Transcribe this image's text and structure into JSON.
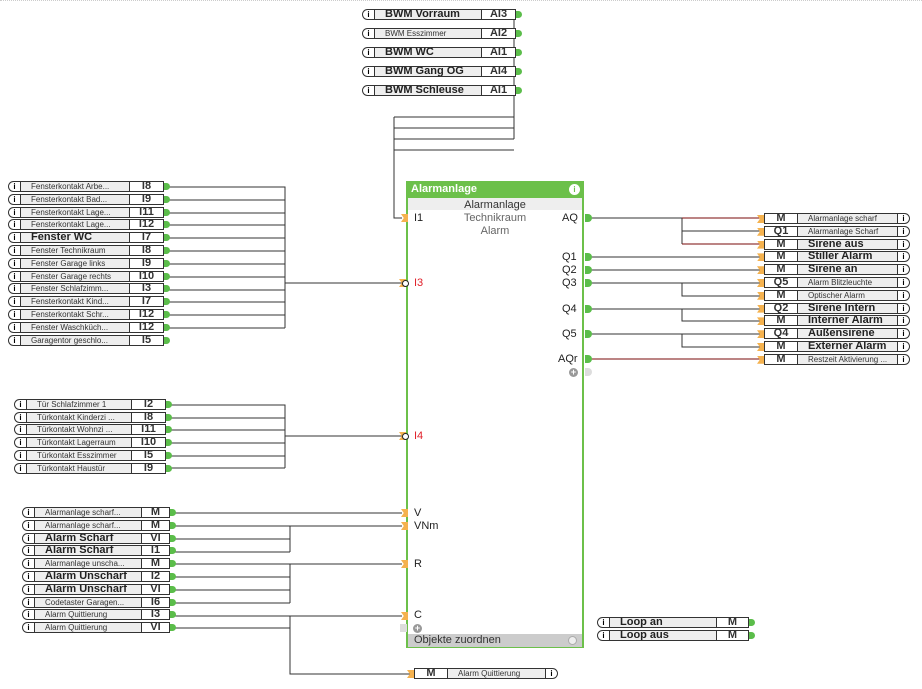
{
  "block": {
    "title": "Alarmanlage",
    "description": [
      "Alarmanlage",
      "Technikraum",
      "Alarm"
    ],
    "footer_label": "Objekte zuordnen",
    "inputs": [
      {
        "label": "I1",
        "negated": false
      },
      {
        "label": "I3",
        "negated": true
      },
      {
        "label": "I4",
        "negated": true
      },
      {
        "label": "V",
        "negated": false
      },
      {
        "label": "VNm",
        "negated": false
      },
      {
        "label": "R",
        "negated": false
      },
      {
        "label": "C",
        "negated": false
      }
    ],
    "outputs": [
      "AQ",
      "Q1",
      "Q2",
      "Q3",
      "Q4",
      "Q5",
      "AQr"
    ]
  },
  "top_objects": [
    {
      "name": "BWM Vorraum",
      "addr": "AI3",
      "big": true
    },
    {
      "name": "BWM Esszimmer",
      "addr": "AI2",
      "big": false
    },
    {
      "name": "BWM WC",
      "addr": "AI1",
      "big": true
    },
    {
      "name": "BWM Gang OG",
      "addr": "AI4",
      "big": true
    },
    {
      "name": "BWM Schleuse",
      "addr": "AI1",
      "big": true
    }
  ],
  "window_objects": [
    {
      "name": "Fensterkontakt  Arbe...",
      "addr": "I8",
      "big": false
    },
    {
      "name": "Fensterkontakt  Bad...",
      "addr": "I9",
      "big": false
    },
    {
      "name": "Fensterkontakt  Lage...",
      "addr": "I11",
      "big": false
    },
    {
      "name": "Fensterkontakt  Lage...",
      "addr": "I12",
      "big": false
    },
    {
      "name": "Fenster WC",
      "addr": "I7",
      "big": true
    },
    {
      "name": "Fenster Technikraum",
      "addr": "I8",
      "big": false
    },
    {
      "name": "Fenster Garage links",
      "addr": "I9",
      "big": false
    },
    {
      "name": "Fenster Garage rechts",
      "addr": "I10",
      "big": false
    },
    {
      "name": "Fenster  Schlafzimm...",
      "addr": "I3",
      "big": false
    },
    {
      "name": "Fensterkontakt  Kind...",
      "addr": "I7",
      "big": false
    },
    {
      "name": "Fensterkontakt  Schr...",
      "addr": "I12",
      "big": false
    },
    {
      "name": "Fenster  Waschküch...",
      "addr": "I12",
      "big": false
    },
    {
      "name": "Garagentor  geschlo...",
      "addr": "I5",
      "big": false
    }
  ],
  "door_objects": [
    {
      "name": "Tür  Schlafzimmer 1",
      "addr": "I2",
      "big": false
    },
    {
      "name": "Türkontakt  Kinderzi ...",
      "addr": "I8",
      "big": false
    },
    {
      "name": "Türkontakt  Wohnzi ...",
      "addr": "I11",
      "big": false
    },
    {
      "name": "Türkontakt Lagerraum",
      "addr": "I10",
      "big": false
    },
    {
      "name": "Türkontakt Esszimmer",
      "addr": "I5",
      "big": false
    },
    {
      "name": "Türkontakt Haustür",
      "addr": "I9",
      "big": false
    }
  ],
  "control_objects": [
    {
      "name": "Alarmanlage  scharf...",
      "addr": "M",
      "big": false
    },
    {
      "name": "Alarmanlage  scharf...",
      "addr": "M",
      "big": false
    },
    {
      "name": "Alarm Scharf",
      "addr": "VI",
      "big": true
    },
    {
      "name": "Alarm Scharf",
      "addr": "I1",
      "big": true
    },
    {
      "name": "Alarmanlage  unscha...",
      "addr": "M",
      "big": false
    },
    {
      "name": "Alarm Unscharf",
      "addr": "I2",
      "big": true
    },
    {
      "name": "Alarm Unscharf",
      "addr": "VI",
      "big": true
    },
    {
      "name": "Codetaster  Garagen...",
      "addr": "I6",
      "big": false
    },
    {
      "name": "Alarm Quittierung",
      "addr": "I3",
      "big": false
    },
    {
      "name": "Alarm Quittierung",
      "addr": "VI",
      "big": false
    }
  ],
  "output_objects": [
    {
      "name": "Alarmanlage scharf",
      "addr": "M",
      "big": false
    },
    {
      "name": "Alarmanlage Scharf",
      "addr": "Q1",
      "big": false
    },
    {
      "name": "Sirene aus",
      "addr": "M",
      "big": true
    },
    {
      "name": "Stiller Alarm",
      "addr": "M",
      "big": true
    },
    {
      "name": "Sirene an",
      "addr": "M",
      "big": true
    },
    {
      "name": "Alarm Blitzleuchte",
      "addr": "Q5",
      "big": false
    },
    {
      "name": "Optischer Alarm",
      "addr": "M",
      "big": false
    },
    {
      "name": "Sirene Intern",
      "addr": "Q2",
      "big": true
    },
    {
      "name": "Interner Alarm",
      "addr": "M",
      "big": true
    },
    {
      "name": "Außensirene",
      "addr": "Q4",
      "big": true
    },
    {
      "name": "Externer Alarm",
      "addr": "M",
      "big": true
    },
    {
      "name": "Restzeit  Aktivierung ...",
      "addr": "M",
      "big": false
    }
  ],
  "loop_objects": [
    {
      "name": "Loop an",
      "addr": "M",
      "big": true
    },
    {
      "name": "Loop aus",
      "addr": "M",
      "big": true
    }
  ],
  "quittierung_output": {
    "name": "Alarm Quittierung",
    "addr": "M",
    "big": false
  },
  "colors": {
    "block_green": "#6cc04a",
    "pin_orange": "#f5b24f",
    "wire": "#333333",
    "wire_red": "#7a0a0a",
    "negated_port": "#e0202a"
  }
}
